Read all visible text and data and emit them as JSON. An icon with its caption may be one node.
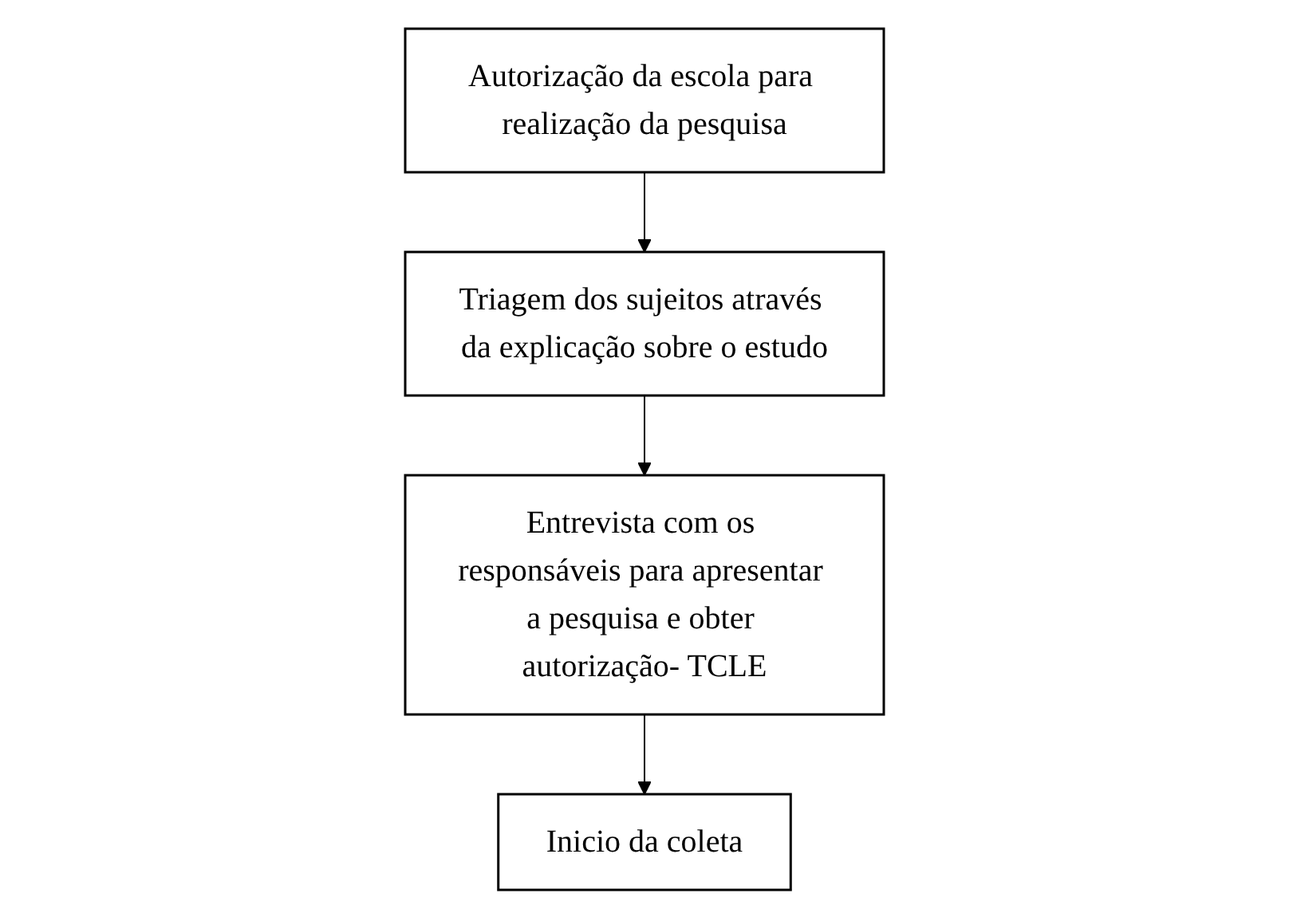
{
  "diagram": {
    "nodes": [
      {
        "text": [
          "Autorização da escola para realização da pesquisa"
        ]
      },
      {
        "text": [
          "Triagem dos sujeitos através da explicação sobre o estudo"
        ]
      },
      {
        "text": [
          "Entrevista com os responsáveis para apresentar a pesquisa e obter autorização- TCLE"
        ]
      },
      {
        "text": [
          "Inicio da coleta"
        ]
      }
    ],
    "edges": [
      {
        "from": 0,
        "to": 1,
        "arrow": "to"
      },
      {
        "from": 1,
        "to": 2,
        "arrow": "to"
      },
      {
        "from": 2,
        "to": 3,
        "arrow": "to"
      }
    ]
  }
}
